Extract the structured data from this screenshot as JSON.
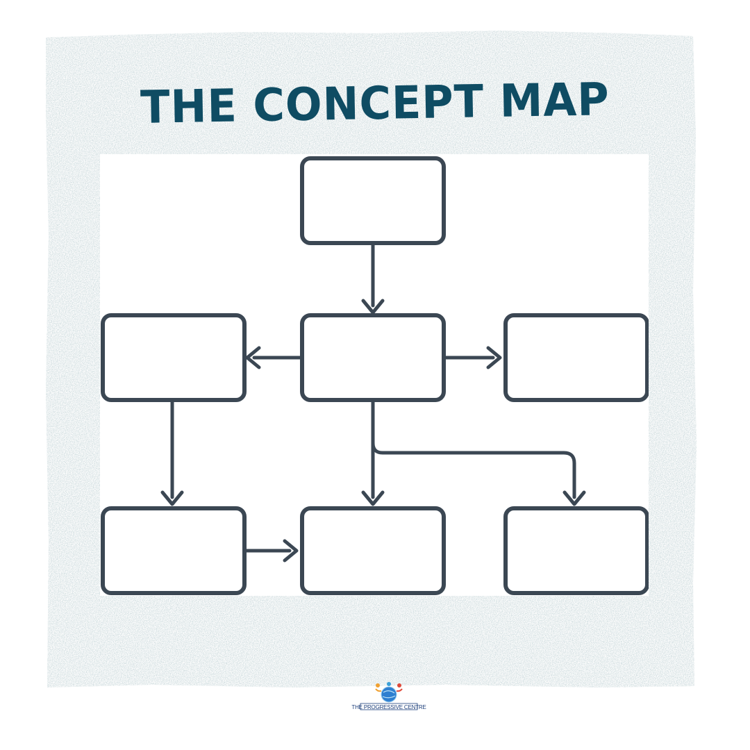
{
  "title": "THE CONCEPT MAP",
  "logo": {
    "text": "THE PROGRESSIVE CENTRE",
    "icon": "globe-with-people-icon"
  },
  "colors": {
    "title": "#0f4c63",
    "frame": "#d7e2e4",
    "box_stroke": "#3b4753",
    "canvas": "#ffffff"
  },
  "diagram": {
    "nodes": [
      {
        "id": "top",
        "label": ""
      },
      {
        "id": "center",
        "label": ""
      },
      {
        "id": "left",
        "label": ""
      },
      {
        "id": "right",
        "label": ""
      },
      {
        "id": "bottom-left",
        "label": ""
      },
      {
        "id": "bottom-middle",
        "label": ""
      },
      {
        "id": "bottom-right",
        "label": ""
      }
    ],
    "edges": [
      {
        "from": "top",
        "to": "center"
      },
      {
        "from": "center",
        "to": "left"
      },
      {
        "from": "center",
        "to": "right"
      },
      {
        "from": "left",
        "to": "bottom-left"
      },
      {
        "from": "center",
        "to": "bottom-middle"
      },
      {
        "from": "center",
        "to": "bottom-right"
      },
      {
        "from": "bottom-left",
        "to": "bottom-middle"
      }
    ]
  }
}
